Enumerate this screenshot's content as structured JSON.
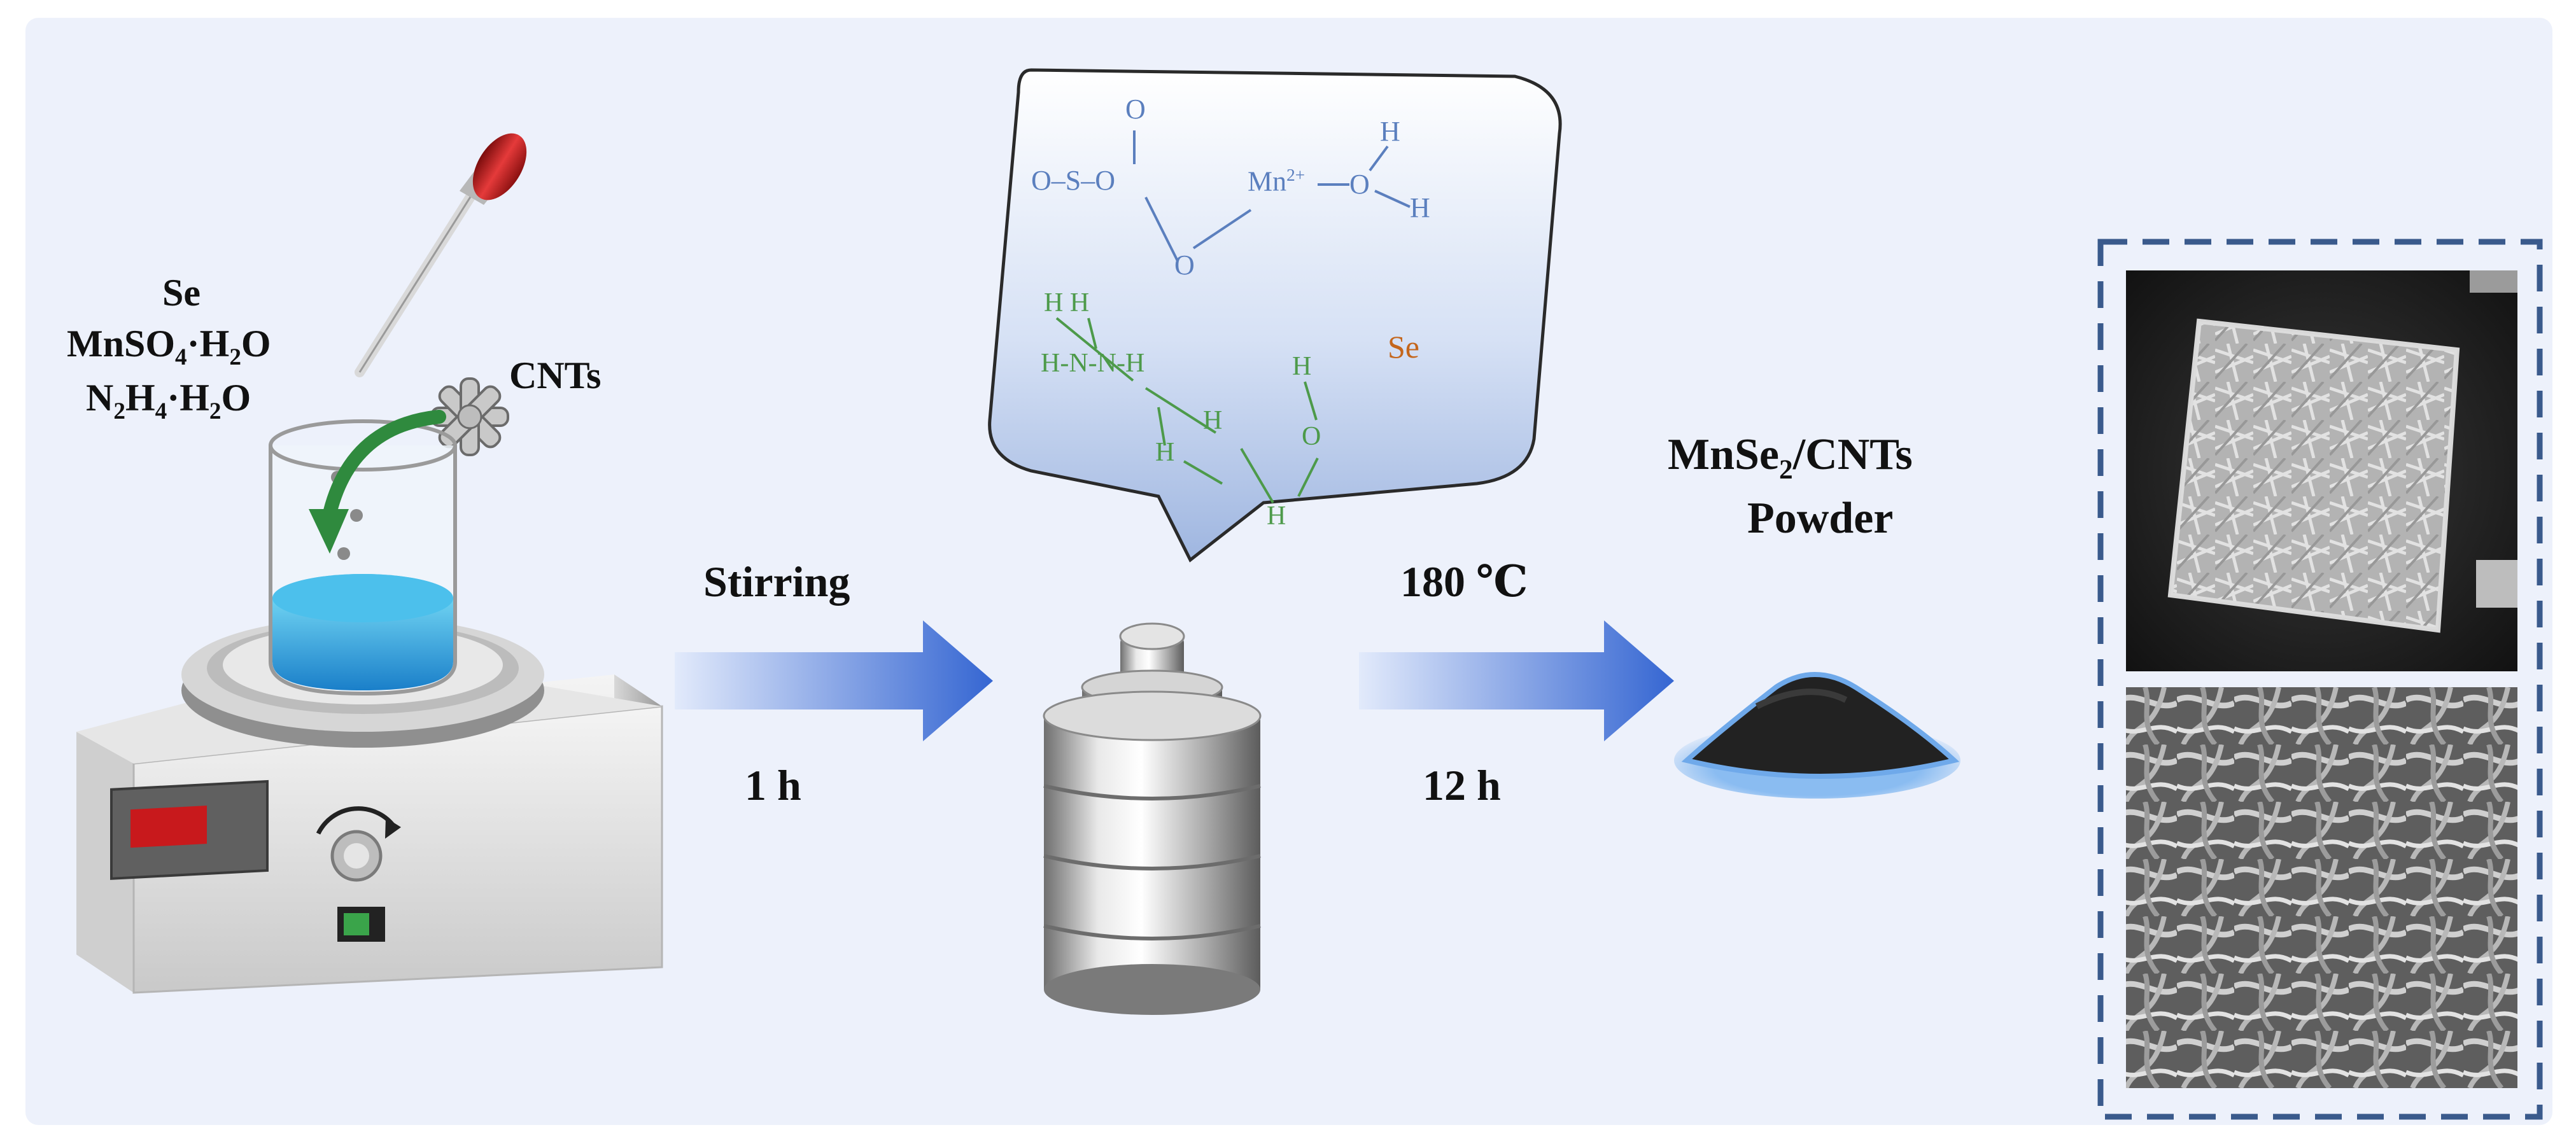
{
  "colors": {
    "background": "#edf1fb",
    "arrow_light": "#dfe8fb",
    "arrow_dark": "#3d6fd6",
    "chem_blue": "#5b7fbe",
    "chem_green": "#4d9a4a",
    "se_orange": "#c4661c",
    "dash_border": "#3a5a8c",
    "display_red": "#c8191c",
    "switch_green": "#3aa44a"
  },
  "reagents": {
    "se": "Se",
    "mnso4_base": "MnSO",
    "mnso4_sub": "4",
    "mnso4_rest": "·H",
    "mnso4_sub2": "2",
    "mnso4_end": "O",
    "n2h4_base": "N",
    "n2h4_sub": "2",
    "n2h4_mid": "H",
    "n2h4_sub2": "4",
    "n2h4_rest": "·H",
    "n2h4_sub3": "2",
    "n2h4_end": "O",
    "cnts": "CNTs"
  },
  "step1": {
    "top": "Stirring",
    "bottom": "1 h"
  },
  "step2": {
    "top": "180 ℃",
    "bottom": "12 h"
  },
  "product": {
    "line1_base": "MnSe",
    "line1_sub": "2",
    "line1_rest": "/CNTs",
    "line2": "Powder"
  },
  "bubble": {
    "o_top": "O",
    "s_chain": "O–S–O",
    "mn": "Mn",
    "mn_charge": "2+",
    "o_low": "O",
    "o_water": "O",
    "h_upper": "H",
    "h_lower": "H",
    "hh": "H H",
    "hnnh": "H-N-N-H",
    "h_left": "H",
    "h_mid": "H",
    "o_green": "O",
    "h_top_green": "H",
    "h_bottom_green": "H",
    "se": "Se"
  },
  "icons": [
    "hot-plate-stirrer-icon",
    "dropper-icon",
    "cnt-icon",
    "autoclave-icon",
    "powder-pile-icon"
  ]
}
